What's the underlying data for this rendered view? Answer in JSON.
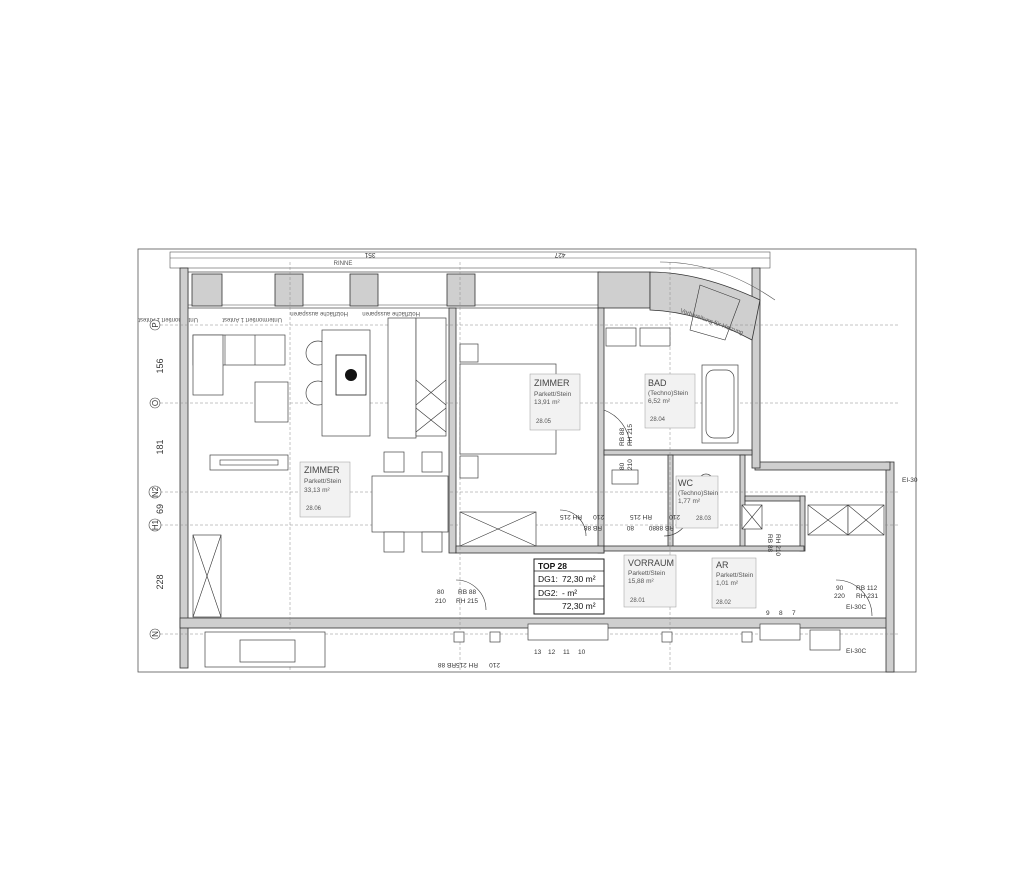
{
  "dimensions_top": {
    "d1": "351",
    "d2": "427",
    "gutter": "RINNE"
  },
  "left_axis": {
    "grid_p": "P",
    "dim1": "156",
    "grid_o": "O",
    "dim2": "181",
    "grid_n2": "N2",
    "dim3": "69",
    "grid_h1": "H1",
    "dim4": "228",
    "grid_n": "N"
  },
  "roof_notes": {
    "n1": "Untermontiert 1 Antest",
    "n2": "Untermontiert 1 Antest",
    "n3": "Holzfläche aussparen",
    "n4": "Holzfläche aussparen"
  },
  "rooms": {
    "zimmer_large": {
      "name": "ZIMMER",
      "floor": "Parkett/Stein",
      "area": "33,13 m²",
      "tag": "28.06"
    },
    "zimmer_small": {
      "name": "ZIMMER",
      "floor": "Parkett/Stein",
      "area": "13,91 m²",
      "tag": "28.05"
    },
    "bad": {
      "name": "BAD",
      "floor": "(Techno)Stein",
      "area": "6,52 m²",
      "tag": "28.04"
    },
    "wc": {
      "name": "WC",
      "floor": "(Techno)Stein",
      "area": "1,77 m²",
      "tag": "28.03"
    },
    "vorraum": {
      "name": "VORRAUM",
      "floor": "Parkett/Stein",
      "area": "15,88 m²",
      "tag": "28.01"
    },
    "ar": {
      "name": "AR",
      "floor": "Parkett/Stein",
      "area": "1,01 m²",
      "tag": "28.02"
    }
  },
  "door_labels": {
    "d_living_w": "80",
    "d_living_h": "210",
    "d_living_rb": "RB 88",
    "d_living_rh": "RH 215",
    "d_bath_rb": "RB 88",
    "d_bath_rh": "RH 215",
    "d_bath_w": "80",
    "d_bath_h": "210",
    "d_mid_a": "210",
    "d_mid_b": "RH 215",
    "d_mid_c": "RB 88",
    "d_mid_d": "80",
    "d_mid_e": "210",
    "d_mid_f": "RH 215",
    "d_mid_g": "RB 88",
    "d_mid_h": "80",
    "d_ar_rb": "RB 88",
    "d_ar_rh": "RH 210",
    "d_entry_w": "90",
    "d_entry_h": "220",
    "d_entry_rb": "RB 112",
    "d_entry_rh": "RH 231",
    "d_bottom_a": "RB 88",
    "d_bottom_b": "RH 215",
    "d_bottom_c": "210",
    "ei_a": "EI-30C",
    "ei_b": "EI-30C",
    "ei_c": "EI-30"
  },
  "summary_box": {
    "title": "TOP 28",
    "row1_label": "DG1:",
    "row1_value": "72,30 m²",
    "row2_label": "DG2:",
    "row2_value": "- m²",
    "total": "72,30 m²"
  },
  "numbers_bottom": {
    "n13": "13",
    "n12": "12",
    "n11": "11",
    "n10": "10",
    "n9": "9",
    "n8": "8",
    "n7": "7"
  },
  "corner_labels": {
    "c1": "Vorbereitung für Heizung"
  }
}
